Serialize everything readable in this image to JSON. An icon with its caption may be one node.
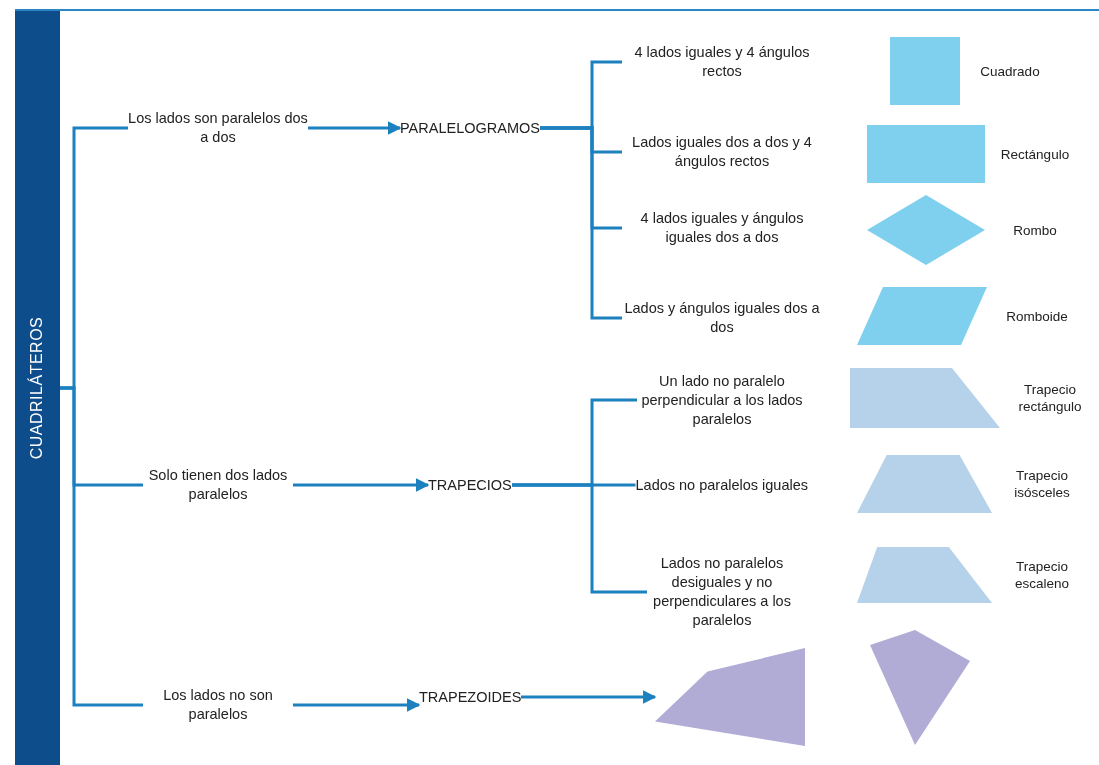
{
  "diagram": {
    "nodes": [
      {
        "text": [
          "CUADRILÁTEROS"
        ]
      },
      {
        "text": [
          "Los lados son paralelos dos a dos"
        ]
      },
      {
        "text": [
          "PARALELOGRAMOS"
        ]
      },
      {
        "text": [
          "4 lados iguales y 4 ángulos rectos"
        ]
      },
      {
        "text": [],
        "shape": "square",
        "beside": [
          "Cuadrado"
        ]
      },
      {
        "text": [
          "Lados iguales dos a dos y 4 ángulos rectos"
        ]
      },
      {
        "text": [],
        "shape": "rectangle",
        "beside": [
          "Rectángulo"
        ]
      },
      {
        "text": [
          "4 lados iguales y ángulos iguales dos a dos"
        ]
      },
      {
        "text": [],
        "shape": "diamond",
        "beside": [
          "Rombo"
        ]
      },
      {
        "text": [
          "Lados y ángulos iguales dos a dos"
        ]
      },
      {
        "text": [],
        "shape": "parallelogram",
        "beside": [
          "Romboide"
        ]
      },
      {
        "text": [
          "Solo tienen dos lados paralelos"
        ]
      },
      {
        "text": [
          "TRAPECIOS"
        ]
      },
      {
        "text": [
          "Un lado no paralelo perpendicular a los lados paralelos"
        ]
      },
      {
        "text": [],
        "shape": "trapezoid",
        "beside": [
          "Trapecio rectángulo"
        ]
      },
      {
        "text": [
          "Lados no paralelos iguales"
        ]
      },
      {
        "text": [],
        "shape": "trapezoid",
        "beside": [
          "Trapecio isósceles"
        ]
      },
      {
        "text": [
          "Lados no paralelos desiguales y no perpendiculares a los paralelos"
        ]
      },
      {
        "text": [],
        "shape": "trapezoid",
        "beside": [
          "Trapecio escaleno"
        ]
      },
      {
        "text": [
          "Los lados no son paralelos"
        ]
      },
      {
        "text": [
          "TRAPEZOIDES"
        ]
      },
      {
        "text": [],
        "shape": "quadrilateral"
      },
      {
        "text": [],
        "shape": "quadrilateral"
      }
    ],
    "edges": [
      {
        "from": 0,
        "to": 1,
        "arrow": "none"
      },
      {
        "from": 0,
        "to": 11,
        "arrow": "none"
      },
      {
        "from": 0,
        "to": 19,
        "arrow": "none"
      },
      {
        "from": 1,
        "to": 2,
        "arrow": "to"
      },
      {
        "from": 11,
        "to": 12,
        "arrow": "to"
      },
      {
        "from": 19,
        "to": 20,
        "arrow": "to"
      },
      {
        "from": 2,
        "to": 3,
        "arrow": "none"
      },
      {
        "from": 2,
        "to": 5,
        "arrow": "none"
      },
      {
        "from": 2,
        "to": 7,
        "arrow": "none"
      },
      {
        "from": 2,
        "to": 9,
        "arrow": "none"
      },
      {
        "from": 12,
        "to": 13,
        "arrow": "none"
      },
      {
        "from": 12,
        "to": 15,
        "arrow": "none"
      },
      {
        "from": 12,
        "to": 17,
        "arrow": "none"
      },
      {
        "from": 20,
        "to": 21,
        "arrow": "to"
      }
    ]
  }
}
